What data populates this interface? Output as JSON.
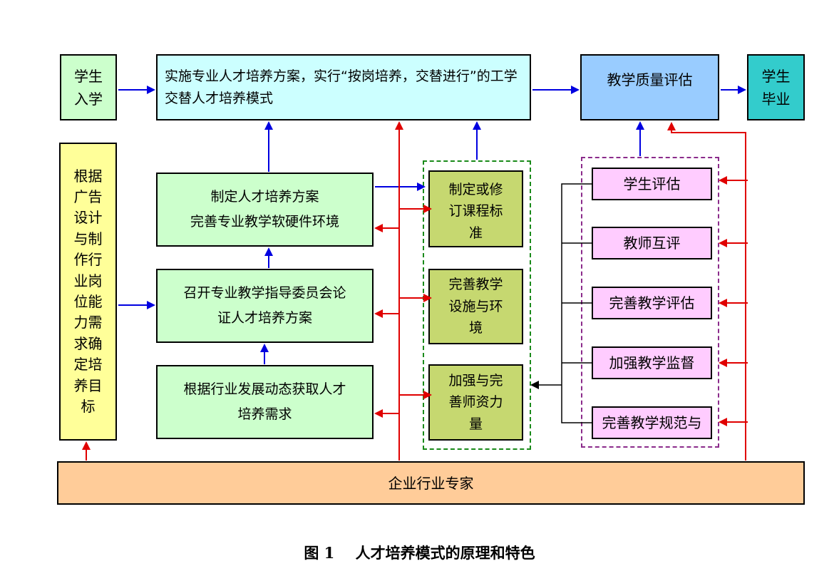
{
  "diagram": {
    "student_enroll": "学生\n入学",
    "implement": "实施专业人才培养方案，实行“按岗培养，交替进行”的工学交替人才培养模式",
    "quality_eval": "教学质量评估",
    "graduate": "学生\n毕业",
    "determine_goal": "根据\n广告\n设计\n与制\n作行\n业岗\n位能\n力需\n求确\n定培\n养目\n标",
    "formulate_plan": "制定人才培养方案\n完善专业教学软硬件环境",
    "committee": "召开专业教学指导委员会论\n证人才培养方案",
    "demand": "根据行业发展动态获取人才\n培养需求",
    "curriculum": "制定或修\n订课程标\n准",
    "facilities": "完善教学\n设施与环\n境",
    "faculty": "加强与完\n善师资力\n量",
    "eval_items": [
      "学生评估",
      "教师互评",
      "完善教学评估",
      "加强教学监督",
      "完善教学规范与"
    ],
    "experts": "企业行业专家"
  },
  "caption": {
    "number": "图 1",
    "title": "人才培养模式的原理和特色"
  },
  "colors": {
    "enroll_fill": "#ccffcc",
    "implement_fill": "#ccffff",
    "quality_fill": "#99ccff",
    "graduate_fill": "#33cccc",
    "goal_fill": "#ffff99",
    "left_fill": "#ccffcc",
    "middle_fill": "#c6d870",
    "eval_fill": "#ffccff",
    "experts_fill": "#ffcc99",
    "arrow_blue": "#0000e0",
    "arrow_red": "#e00000"
  }
}
